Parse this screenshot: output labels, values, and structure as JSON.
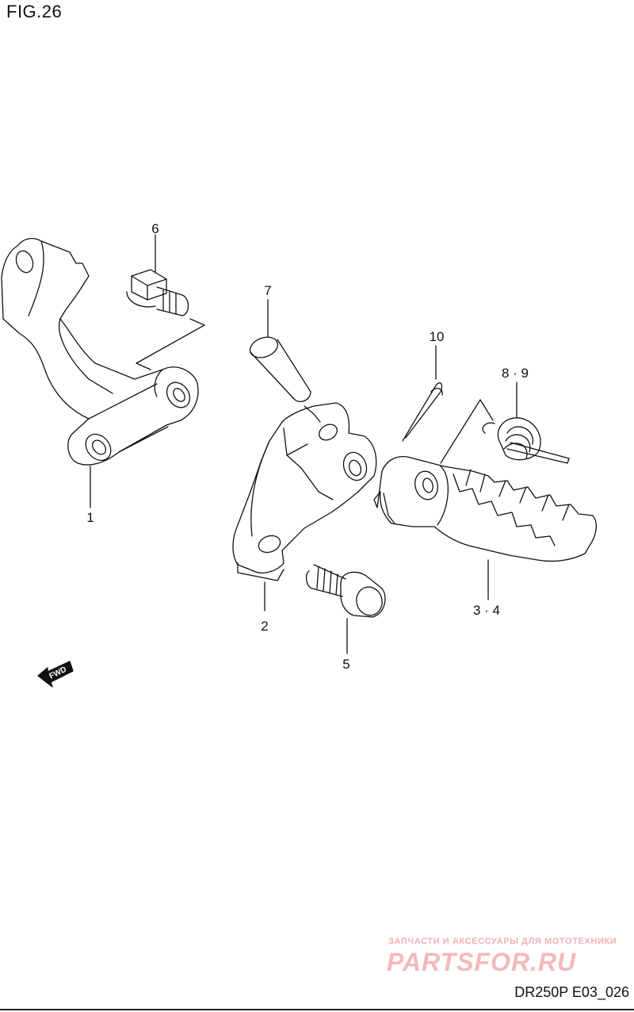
{
  "diagram": {
    "figure_label": "FIG.26",
    "drawing_code": "DR250P E03_026",
    "direction_arrow": "FWD",
    "callouts": {
      "part_1": "1",
      "part_2": "2",
      "part_3_4": "3 · 4",
      "part_5": "5",
      "part_6": "6",
      "part_7": "7",
      "part_8_9": "8 · 9",
      "part_10": "10"
    },
    "watermark": {
      "tagline": "ЗАПЧАСТИ И АКСЕССУАРЫ ДЛЯ МОТОТЕХНИКИ",
      "logo": "PARTSFOR.RU"
    }
  }
}
